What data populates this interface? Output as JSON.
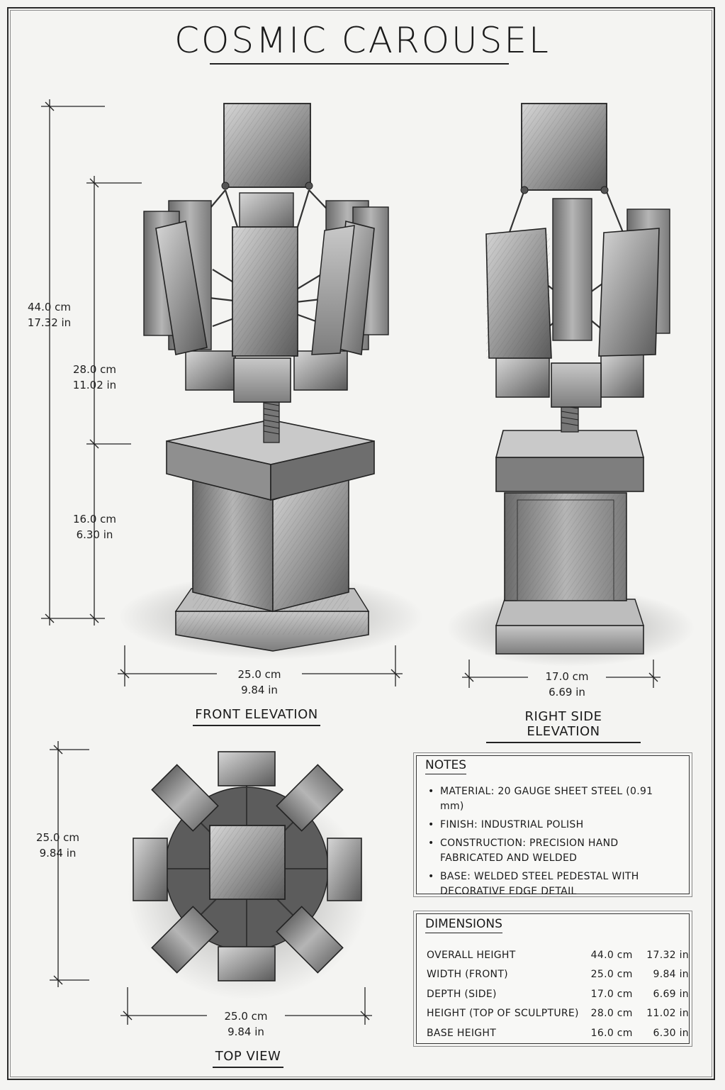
{
  "title": "COSMIC CAROUSEL",
  "front_elevation": {
    "label": "FRONT ELEVATION",
    "overall_height": {
      "cm": "44.0 cm",
      "in": "17.32 in"
    },
    "sculpture_height": {
      "cm": "28.0 cm",
      "in": "11.02 in"
    },
    "base_height": {
      "cm": "16.0 cm",
      "in": "6.30 in"
    },
    "width": {
      "cm": "25.0 cm",
      "in": "9.84 in"
    }
  },
  "side_elevation": {
    "label": "RIGHT SIDE ELEVATION",
    "depth": {
      "cm": "17.0 cm",
      "in": "6.69 in"
    }
  },
  "top_view": {
    "label": "TOP VIEW",
    "height": {
      "cm": "25.0 cm",
      "in": "9.84 in"
    },
    "width": {
      "cm": "25.0 cm",
      "in": "9.84 in"
    }
  },
  "notes": {
    "title": "NOTES",
    "items": [
      "MATERIAL: 20 GAUGE SHEET STEEL (0.91 mm)",
      "FINISH: INDUSTRIAL POLISH",
      "CONSTRUCTION: PRECISION HAND FABRICATED AND WELDED",
      "BASE: WELDED STEEL PEDESTAL WITH DECORATIVE EDGE DETAIL"
    ]
  },
  "dimensions": {
    "title": "DIMENSIONS",
    "rows": [
      {
        "label": "OVERALL HEIGHT",
        "cm": "44.0 cm",
        "in": "17.32 in"
      },
      {
        "label": "WIDTH (FRONT)",
        "cm": "25.0 cm",
        "in": "9.84 in"
      },
      {
        "label": "DEPTH (SIDE)",
        "cm": "17.0 cm",
        "in": "6.69 in"
      },
      {
        "label": "HEIGHT (TOP OF SCULPTURE)",
        "cm": "28.0 cm",
        "in": "11.02 in"
      },
      {
        "label": "BASE HEIGHT",
        "cm": "16.0 cm",
        "in": "6.30 in"
      }
    ]
  },
  "colors": {
    "ink": "#1c1c1c",
    "paper": "#f4f4f2",
    "steel_dark": "#4a4a4a",
    "steel_light": "#b8b8b8"
  }
}
